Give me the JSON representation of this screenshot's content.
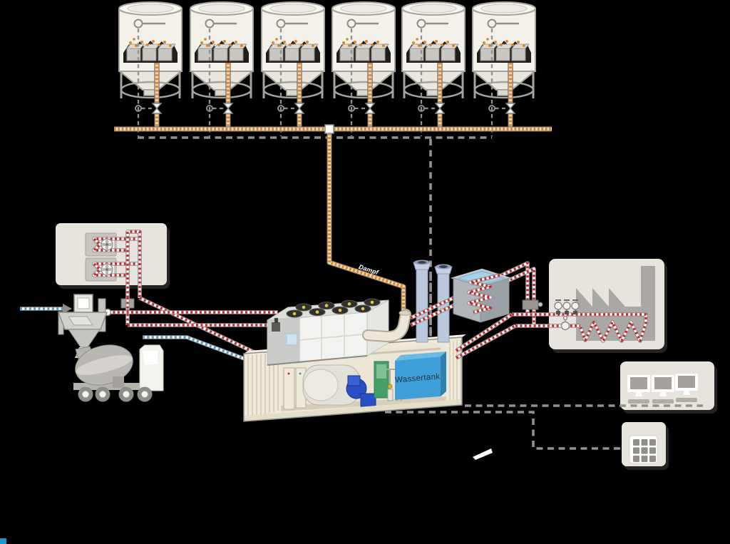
{
  "title": "Mobile steam and heating plant process diagram",
  "background": "#000000",
  "labels": {
    "water_tank": "Wassertank",
    "steam_line": "Dampf"
  },
  "silos": {
    "count": 6
  },
  "colors": {
    "bg": "#000000",
    "hot": "#c8252c",
    "cold": "#4f98cc",
    "steam-dash": "#e0822a",
    "steam-base": "#e8d8ba",
    "casing": "#8f8d88",
    "cable": "#919191",
    "panel": "#e6e4dd",
    "silo": "#f3f1ea",
    "container": "#efe9da",
    "tank-blue": "#3f9fd8",
    "factory": "#a9a8a4",
    "water": "#7fb5d9",
    "dots": "#e08522",
    "fan-hub": "#ddc838",
    "green": "#44a067",
    "blower": "#2a4fc4",
    "corner": "#1e96d2"
  }
}
